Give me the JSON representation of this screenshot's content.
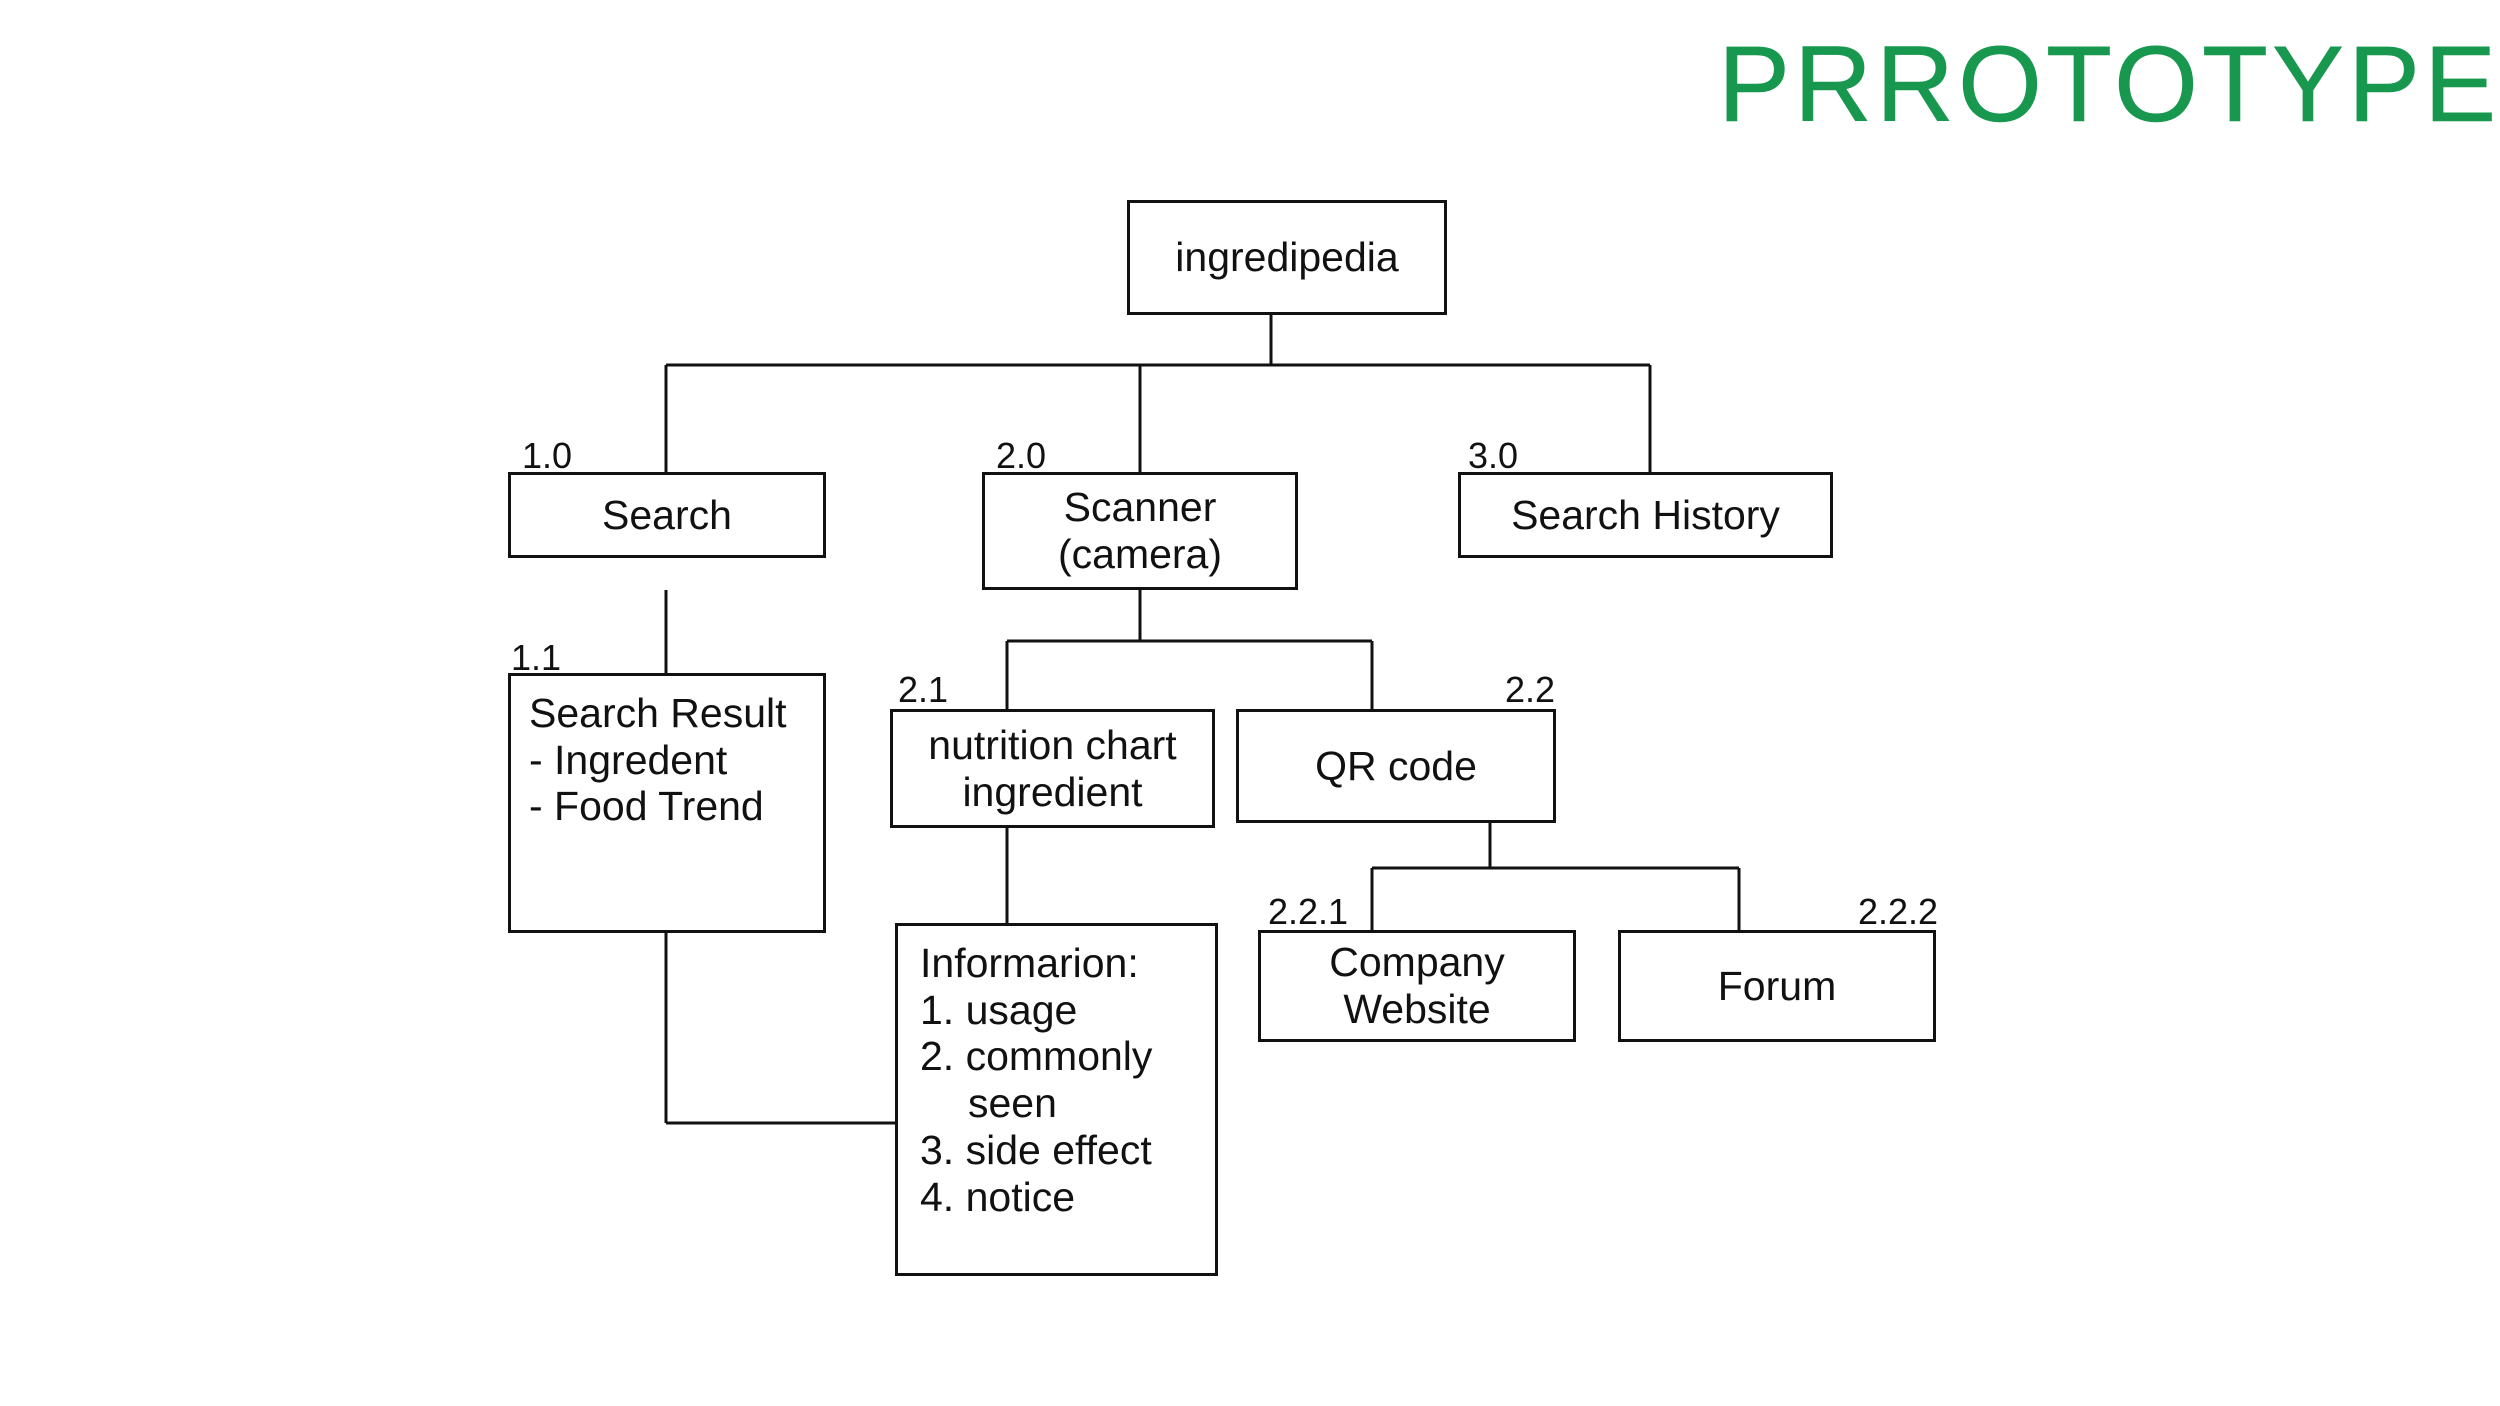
{
  "slide": {
    "title": "PRROTOTYPE",
    "title_color": "#18984f",
    "background": "#ffffff",
    "line_color": "#111111"
  },
  "diagram": {
    "type": "sitemap-tree",
    "root": {
      "id": "ingredipedia",
      "label": "ingredipedia",
      "ref": ""
    },
    "nodes": [
      {
        "id": "search",
        "ref": "1.0",
        "ref_align": "left",
        "lines": [
          "Search"
        ],
        "parent": "ingredipedia"
      },
      {
        "id": "scanner",
        "ref": "2.0",
        "ref_align": "left",
        "lines": [
          "Scanner",
          "(camera)"
        ],
        "parent": "ingredipedia"
      },
      {
        "id": "search-history",
        "ref": "3.0",
        "ref_align": "left",
        "lines": [
          "Search History"
        ],
        "parent": "ingredipedia"
      },
      {
        "id": "search-result",
        "ref": "1.1",
        "ref_align": "left",
        "lines": [
          "Search Result",
          "- Ingredent",
          "- Food Trend"
        ],
        "parent": "search"
      },
      {
        "id": "nutrition-chart",
        "ref": "2.1",
        "ref_align": "left",
        "lines": [
          "nutrition chart",
          "ingredient"
        ],
        "parent": "scanner"
      },
      {
        "id": "qr-code",
        "ref": "2.2",
        "ref_align": "right",
        "lines": [
          "QR code"
        ],
        "parent": "scanner"
      },
      {
        "id": "information",
        "ref": "",
        "ref_align": "left",
        "lines": [
          "Informarion:",
          "1. usage",
          "2. commonly",
          "seen",
          "3. side effect",
          "4. notice"
        ],
        "parent": "nutrition-chart"
      },
      {
        "id": "company-website",
        "ref": "2.2.1",
        "ref_align": "left",
        "lines": [
          "Company",
          "Website"
        ],
        "parent": "qr-code"
      },
      {
        "id": "forum",
        "ref": "2.2.2",
        "ref_align": "right",
        "lines": [
          "Forum"
        ],
        "parent": "qr-code"
      }
    ]
  },
  "labels": {
    "root_label": "ingredipedia",
    "search_label": "Search",
    "search_ref": "1.0",
    "scanner_line1": "Scanner",
    "scanner_line2": "(camera)",
    "scanner_ref": "2.0",
    "history_label": "Search History",
    "history_ref": "3.0",
    "result_ref": "1.1",
    "result_line1": "Search Result",
    "result_line2": "- Ingredent",
    "result_line3": "- Food Trend",
    "nutrition_ref": "2.1",
    "nutrition_line1": "nutrition chart",
    "nutrition_line2": "ingredient",
    "qr_ref": "2.2",
    "qr_label": "QR code",
    "info_line1": "Informarion:",
    "info_line2": "1. usage",
    "info_line3": "2. commonly",
    "info_line4": "seen",
    "info_line5": "3. side effect",
    "info_line6": "4. notice",
    "company_ref": "2.2.1",
    "company_line1": "Company",
    "company_line2": "Website",
    "forum_ref": "2.2.2",
    "forum_label": "Forum"
  }
}
